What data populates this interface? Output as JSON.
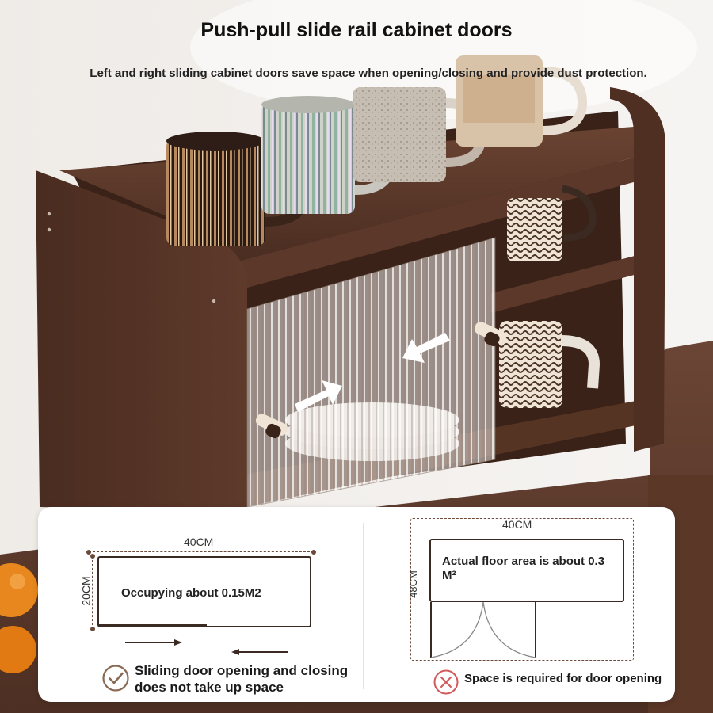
{
  "header": {
    "title": "Push-pull slide rail cabinet doors",
    "subtitle": "Left and right sliding cabinet doors save space when opening/closing and provide dust protection."
  },
  "left_diagram": {
    "width_label": "40CM",
    "height_label": "20CM",
    "area_label": "Occupying about 0.15M2",
    "caption_line1": "Sliding door opening and closing",
    "caption_line2": "does not take up space",
    "icon": "check-circle-icon"
  },
  "right_diagram": {
    "width_label": "40CM",
    "height_label": "48CM",
    "area_label": "Actual floor area is about 0.3 M²",
    "caption": "Space is required for door opening",
    "icon": "cross-circle-icon"
  },
  "colors": {
    "wood_dark": "#4a2e22",
    "wood_mid": "#6b4232",
    "accent_brown": "#8a6a55",
    "panel_bg": "#ffffff"
  }
}
